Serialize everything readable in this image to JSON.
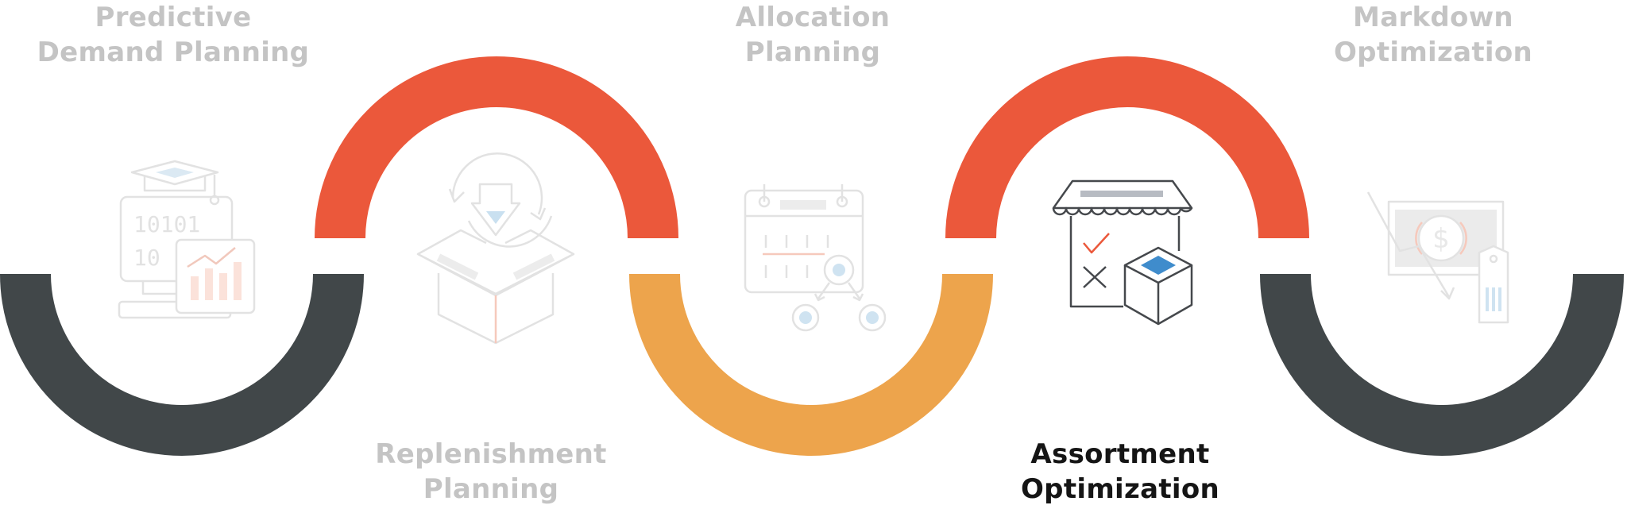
{
  "colors": {
    "dark": "#414749",
    "red": "#eb583b",
    "orange": "#eda44c",
    "inactive_text": "#c4c4c4",
    "active_text": "#151515",
    "icon_faded": "#e2e2e2",
    "icon_line": "#45484c",
    "icon_accent": "#3f8ccc"
  },
  "steps": [
    {
      "line1": "Predictive",
      "line2": "Demand Planning",
      "icon": "analytics-computer-icon",
      "active": false
    },
    {
      "line1": "Replenishment",
      "line2": "Planning",
      "icon": "box-restock-icon",
      "active": false
    },
    {
      "line1": "Allocation",
      "line2": "Planning",
      "icon": "calendar-distribution-icon",
      "active": false
    },
    {
      "line1": "Assortment",
      "line2": "Optimization",
      "icon": "storefront-box-icon",
      "active": true
    },
    {
      "line1": "Markdown",
      "line2": "Optimization",
      "icon": "price-tag-cash-icon",
      "active": false
    }
  ]
}
